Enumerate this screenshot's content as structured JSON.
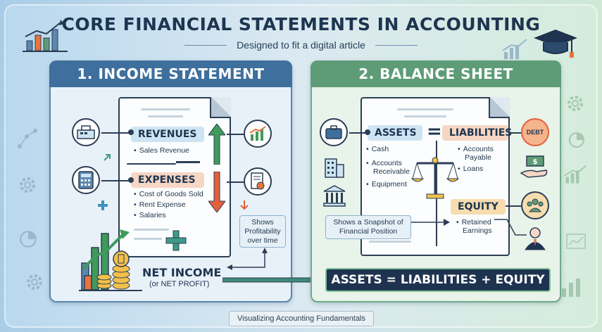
{
  "title": "CORE FINANCIAL STATEMENTS IN ACCOUNTING",
  "subtitle": "Designed to fit a digital article",
  "income_statement": {
    "header": "1. INCOME STATEMENT",
    "revenues": {
      "label": "REVENUES",
      "items": [
        "Sales Revenue"
      ]
    },
    "expenses": {
      "label": "EXPENSES",
      "items": [
        "Cost of Goods Sold",
        "Rent Expense",
        "Salaries"
      ]
    },
    "callout": [
      "Shows",
      "Profitability",
      "over time"
    ],
    "net_income": "NET INCOME",
    "net_profit": "(or NET PROFIT)"
  },
  "balance_sheet": {
    "header": "2. BALANCE SHEET",
    "assets": {
      "label": "ASSETS",
      "items": [
        "Cash",
        "Accounts",
        "Receivable",
        "Equipment"
      ]
    },
    "equals": "=",
    "liabilities": {
      "label": "LIABILITIES",
      "items": [
        "Accounts",
        "Payable",
        "Loans"
      ]
    },
    "equity": {
      "label": "EQUITY",
      "items": [
        "Retained",
        "Earnings"
      ]
    },
    "callout": [
      "Shows a Snapshot of",
      "Financial Position"
    ],
    "debt_label": "DEBT",
    "dollar_label": "$"
  },
  "equation": "ASSETS = LIABILITIES + EQUITY",
  "footer": "Visualizing Accounting Fundamentals",
  "colors": {
    "income_header": "#3f6f9c",
    "balance_header": "#5e9c77",
    "revenues_pill": "#cfe4f3",
    "expenses_pill": "#f6d6c4",
    "assets_pill": "#cfe4f3",
    "liabilities_pill": "#f6d6c4",
    "equity_pill": "#f6dcae",
    "up_arrow": "#3f9a5b",
    "down_arrow": "#e0613c",
    "accent_orange": "#e8743c"
  }
}
